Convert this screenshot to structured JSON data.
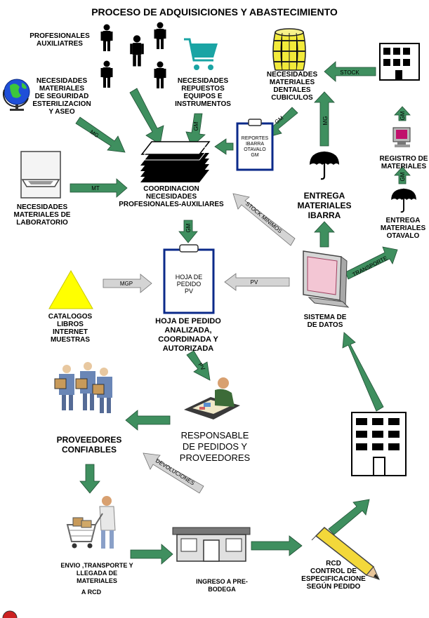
{
  "title": "PROCESO DE ADQUISICIONES Y ABASTECIMIENTO",
  "colors": {
    "arrow_fill": "#3f8f5f",
    "arrow_stroke": "#1f4f33",
    "gray_arrow": "#cfcfcf",
    "barrel": "#f2ea3a",
    "triangle": "#ffff00",
    "cart": "#1aa4a4",
    "monitor": "#f3c6d4"
  },
  "nodes": {
    "profesionales": "PROFESIONALES\nAUXILIATRES",
    "necesidades_seguridad": "NECESIDADES\nMATERIALES\nDE SEGURIDAD\nESTERILIZACION\nY ASEO",
    "necesidades_repuestos": "NECESIDADES\nREPUESTOS\nEQUIPOS E\nINSTRUMENTOS",
    "necesidades_dentales": "NECESIDADES\nMATERIALES\nDENTALES\nCUBICULOS",
    "reportes": "REPORTES\nIBARRA\nOTAVALO\nGM",
    "registro": "REGISTRO DE\nMATERIALES",
    "laboratorio": "NECESIDADES\nMATERIALES DE\nLABORATORIO",
    "coordinacion": "COORDINACION\nNECESIDADES\nPROFESIONALES-AUXILIARES",
    "entrega_ibarra": "ENTREGA\nMATERIALES\nIBARRA",
    "entrega_otavalo": "ENTREGA\nMATERIALES\nOTAVALO",
    "hoja_pedido_clip": "HOJA DE\nPEDIDO\nPV",
    "hoja_pedido": "HOJA DE PEDIDO\nANALIZADA,\nCOORDINADA Y\nAUTORIZADA",
    "catalogos": "CATALOGOS\nLIBROS\nINTERNET\nMUESTRAS",
    "sistema": "SISTEMA DE\nDE DATOS",
    "proveedores": "PROVEEDORES\nCONFIABLES",
    "responsable": "RESPONSABLE\nDE PEDIDOS Y\nPROVEEDORES",
    "envio": "ENVIO ,TRANSPORTE Y\nLLEGADA DE\nMATERIALES",
    "envio_rcd": "A RCD",
    "ingreso": "INGRESO A PRE-\nBODEGA",
    "rcd": "RCD\nCONTROL DE\nESPECIFICACIONE\nSEGÚN PEDIDO"
  },
  "edges": {
    "mg": "MG",
    "mt": "MT",
    "gm": "GM",
    "stock": "STOCK",
    "mgp": "MGP",
    "pv": "PV",
    "stock_minimos": "STOCK MINIMOS",
    "transporte": "TRANSPORTE",
    "devoluciones": "DEVOLUCIONES"
  }
}
